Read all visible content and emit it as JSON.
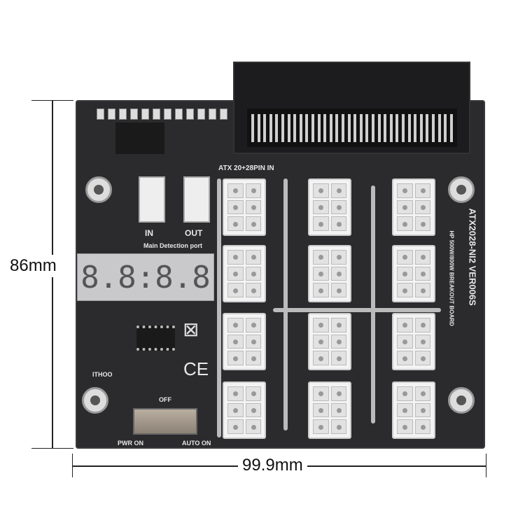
{
  "dimensions": {
    "height": "86mm",
    "width": "99.9mm"
  },
  "board": {
    "atx_label": "ATX 20+28PIN IN",
    "model": "ATX2028-NI2  VER006S",
    "description": "HP 500W/800W BREAKOUT BOARD",
    "in_label": "IN",
    "out_label": "OUT",
    "detection_label": "Main Detection port",
    "display_value": "8.8:8.8",
    "brand": "ITHOO",
    "switch_off": "OFF",
    "switch_pwr_on": "PWR ON",
    "switch_auto_on": "AUTO ON",
    "ce_mark": "CE",
    "recycle_icon": "crossed-bin-icon",
    "connector_count": 12
  },
  "colors": {
    "board": "#2b2b2e",
    "connector": "#f3f3f3",
    "text": "#e8e8e8"
  }
}
